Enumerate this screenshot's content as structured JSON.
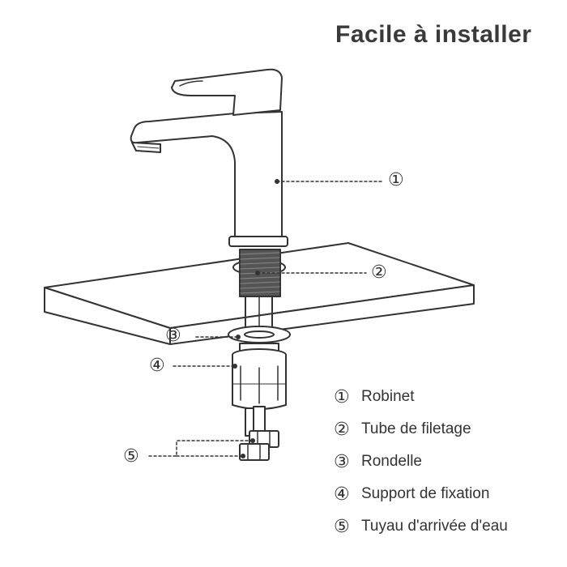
{
  "title": "Facile à installer",
  "callouts": [
    {
      "num": "①"
    },
    {
      "num": "②"
    },
    {
      "num": "③"
    },
    {
      "num": "④"
    },
    {
      "num": "⑤"
    }
  ],
  "legend": [
    {
      "num": "①",
      "label": "Robinet"
    },
    {
      "num": "②",
      "label": "Tube de filetage"
    },
    {
      "num": "③",
      "label": "Rondelle"
    },
    {
      "num": "④",
      "label": "Support de fixation"
    },
    {
      "num": "⑤",
      "label": "Tuyau d'arrivée d'eau"
    }
  ],
  "colors": {
    "line": "#333333",
    "thread": "#555555",
    "fill": "#ffffff"
  }
}
